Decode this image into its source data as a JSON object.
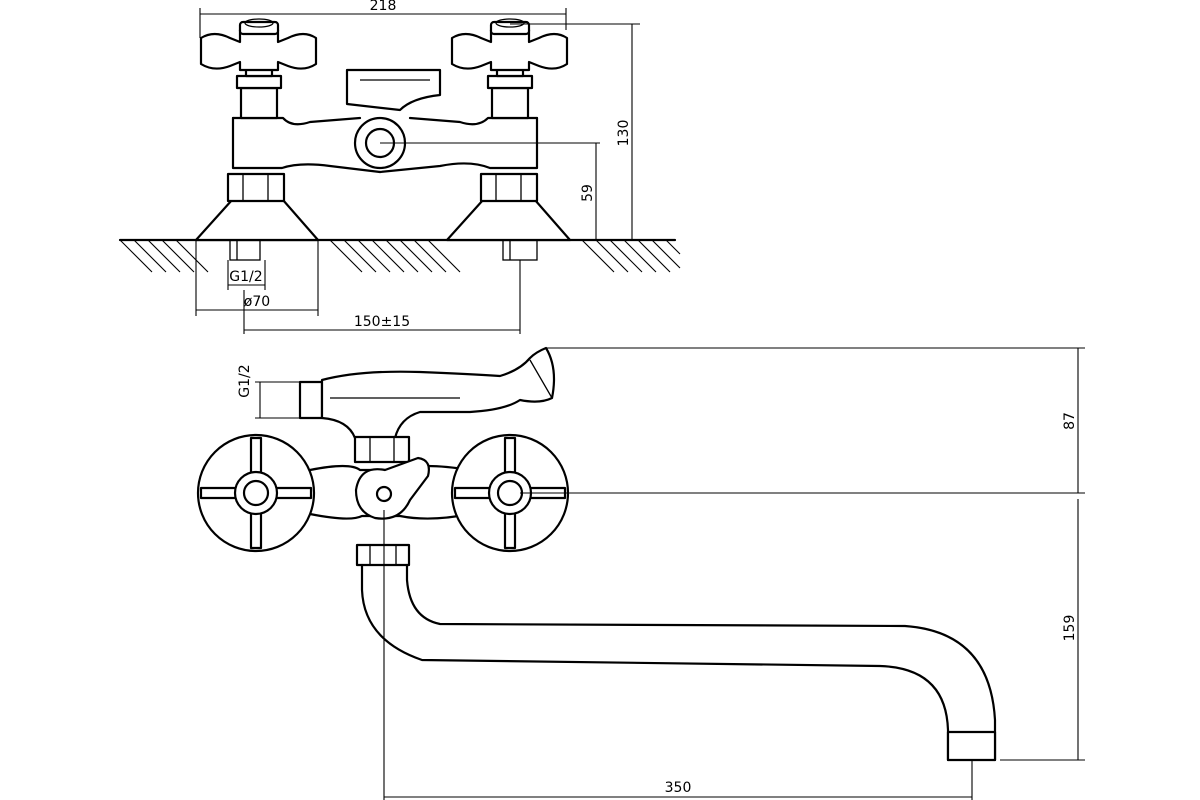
{
  "drawing": {
    "top_view": {
      "dim_width": "218",
      "dim_height_total": "130",
      "dim_height_outlet": "59",
      "dim_thread": "G1/2",
      "dim_flange_diameter": "ø70",
      "dim_spacing": "150±15"
    },
    "front_view": {
      "dim_thread": "G1/2",
      "dim_handle_height": "87",
      "dim_spout_drop": "159",
      "dim_spout_reach": "350"
    }
  }
}
